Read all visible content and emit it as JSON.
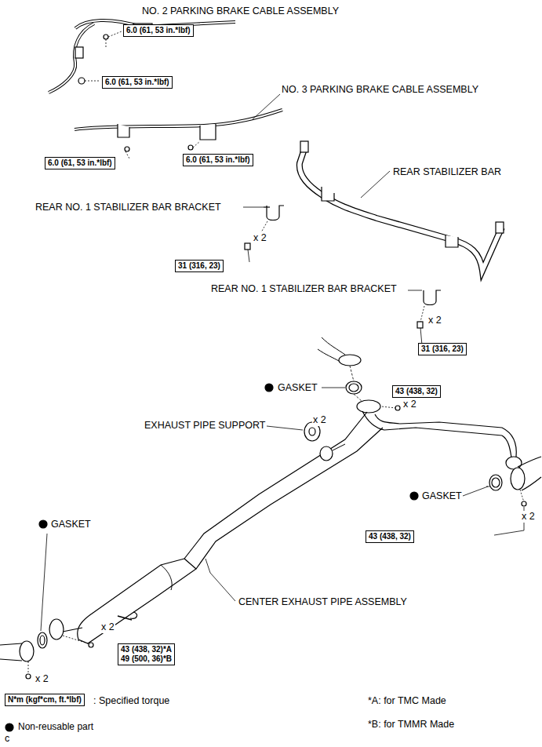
{
  "diagram": {
    "nodes": [
      {
        "text": [
          "6.0 (61, 53 in.*lbf)"
        ]
      },
      {
        "text": [
          "6.0 (61, 53 in.*lbf)"
        ]
      },
      {
        "text": [
          "6.0 (61, 53 in.*lbf)"
        ]
      },
      {
        "text": [
          "6.0 (61, 53 in.*lbf)"
        ]
      },
      {
        "text": [
          "31 (316, 23)"
        ]
      },
      {
        "text": [
          "31 (316, 23)"
        ]
      },
      {
        "text": [
          "43 (438, 32)"
        ]
      },
      {
        "text": [
          "43 (438, 32)"
        ]
      },
      {
        "text": [
          "43 (438, 32)*A",
          "49 (500, 36)*B"
        ]
      },
      {
        "text": [
          "N*m (kgf*cm, ft.*lbf)"
        ]
      }
    ],
    "edges": [],
    "labels": [
      "NO. 2 PARKING BRAKE CABLE ASSEMBLY",
      "NO. 3 PARKING BRAKE CABLE ASSEMBLY",
      "REAR STABILIZER BAR",
      "REAR NO. 1 STABILIZER BAR BRACKET",
      "x 2",
      "REAR NO. 1 STABILIZER BAR BRACKET",
      "x 2",
      "GASKET",
      "x 2",
      "EXHAUST PIPE SUPPORT",
      "x 2",
      "GASKET",
      "x 2",
      "GASKET",
      "x 2",
      "CENTER EXHAUST PIPE ASSEMBLY",
      "x 2",
      ": Specified torque",
      "*A: for TMC Made",
      "*B: for TMMR Made",
      "c"
    ],
    "legend": [
      {
        "text": "Non-reusable part"
      }
    ]
  }
}
